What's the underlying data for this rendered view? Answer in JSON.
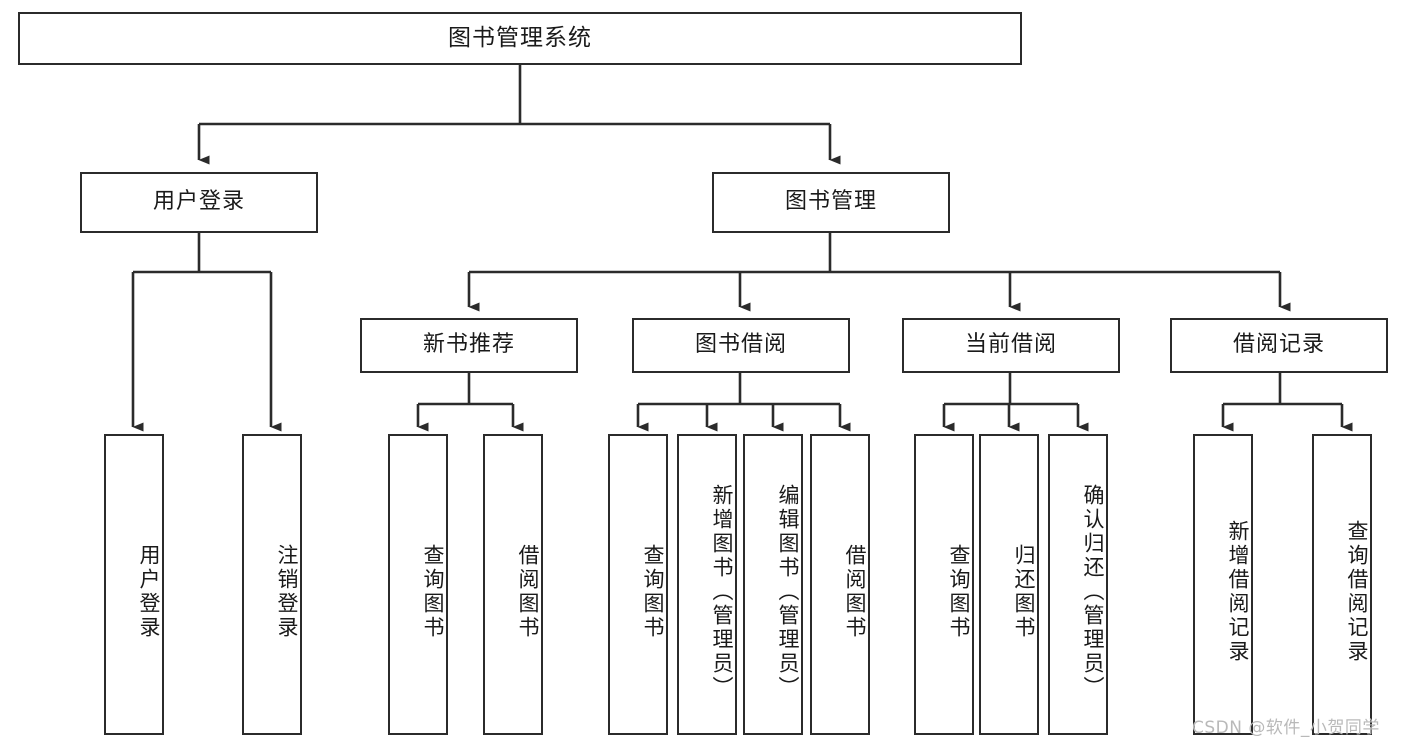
{
  "diagram": {
    "title": "图书管理系统",
    "type": "tree-hierarchy-diagram",
    "watermark": "CSDN @软件_小贺同学",
    "style": {
      "box_border_color": "#2b2b2b",
      "box_fill_color": "#ffffff",
      "connector_color": "#2b2b2b",
      "background_color": "#ffffff",
      "text_color": "#1a1a1a",
      "watermark_color": "#b9b9b9"
    },
    "root": {
      "id": "root",
      "label": "图书管理系统"
    },
    "level2": [
      {
        "id": "user-login",
        "label": "用户登录"
      },
      {
        "id": "book-management",
        "label": "图书管理"
      }
    ],
    "level3": [
      {
        "id": "new-book-recommend",
        "label": "新书推荐",
        "parent": "book-management"
      },
      {
        "id": "book-borrow",
        "label": "图书借阅",
        "parent": "book-management"
      },
      {
        "id": "current-borrow",
        "label": "当前借阅",
        "parent": "book-management"
      },
      {
        "id": "borrow-record",
        "label": "借阅记录",
        "parent": "book-management"
      }
    ],
    "leaves": {
      "user_login": [
        {
          "id": "leaf-user-login",
          "label": "用户登录"
        },
        {
          "id": "leaf-logout-login",
          "label": "注销登录"
        }
      ],
      "new_book_recommend": [
        {
          "id": "leaf-query-book-1",
          "label": "查询图书"
        },
        {
          "id": "leaf-borrow-book-1",
          "label": "借阅图书"
        }
      ],
      "book_borrow": [
        {
          "id": "leaf-query-book-2",
          "label": "查询图书"
        },
        {
          "id": "leaf-add-book",
          "label": "新增图书（管理员）"
        },
        {
          "id": "leaf-edit-book",
          "label": "编辑图书（管理员）"
        },
        {
          "id": "leaf-borrow-book-2",
          "label": "借阅图书"
        }
      ],
      "current_borrow": [
        {
          "id": "leaf-query-book-3",
          "label": "查询图书"
        },
        {
          "id": "leaf-return-book",
          "label": "归还图书"
        },
        {
          "id": "leaf-confirm-return",
          "label": "确认归还（管理员）"
        }
      ],
      "borrow_record": [
        {
          "id": "leaf-add-record",
          "label": "新增借阅记录"
        },
        {
          "id": "leaf-query-record",
          "label": "查询借阅记录"
        }
      ]
    }
  }
}
